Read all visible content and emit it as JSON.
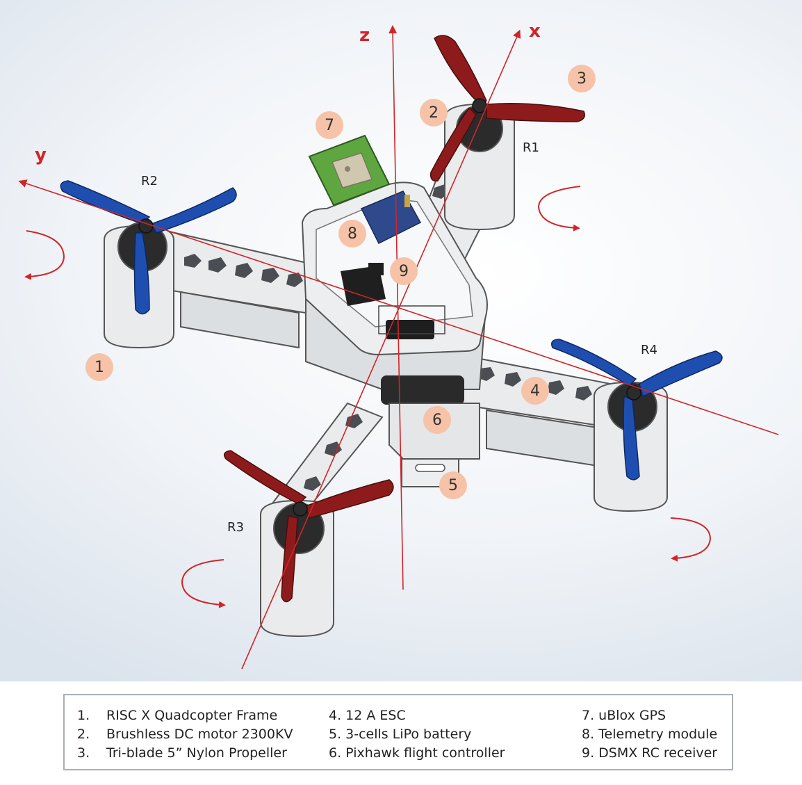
{
  "axes": {
    "x": "x",
    "y": "y",
    "z": "z"
  },
  "rotors": [
    "R1",
    "R2",
    "R3",
    "R4"
  ],
  "badges": [
    "1",
    "2",
    "3",
    "4",
    "5",
    "6",
    "7",
    "8",
    "9"
  ],
  "legend": {
    "col1": [
      {
        "num": "1.",
        "text": "RISC X Quadcopter Frame"
      },
      {
        "num": "2.",
        "text": "Brushless DC motor 2300KV"
      },
      {
        "num": "3.",
        "text": "Tri-blade 5” Nylon Propeller"
      }
    ],
    "col2": [
      {
        "text": "4. 12 A ESC"
      },
      {
        "text": "5. 3-cells LiPo battery"
      },
      {
        "text": "6. Pixhawk flight controller"
      }
    ],
    "col3": [
      {
        "text": "7. uBlox GPS"
      },
      {
        "text": "8. Telemetry module"
      },
      {
        "text": "9. DSMX RC receiver"
      }
    ]
  },
  "colors": {
    "axis": "#d02528",
    "prop_red": "#8e1b1b",
    "prop_blue": "#1e4fb0",
    "frame": "#e9ebed",
    "badge": "#f6c3a8",
    "gps_board": "#5ea640"
  }
}
